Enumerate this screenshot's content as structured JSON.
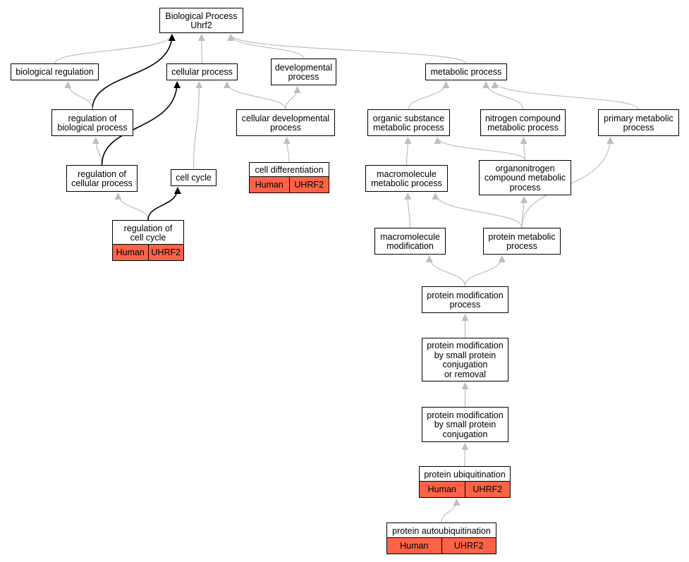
{
  "colors": {
    "edge": "#bebebe",
    "highlight_edge": "#000000",
    "annotation": "#ff6347"
  },
  "annotation_labels": {
    "species": "Human",
    "gene": "UHRF2"
  },
  "nodes": [
    {
      "id": "root",
      "label": "Biological Process\nUhrf2",
      "annotated": false
    },
    {
      "id": "bioreg",
      "label": "biological regulation",
      "annotated": false
    },
    {
      "id": "cellproc",
      "label": "cellular process",
      "annotated": false
    },
    {
      "id": "devproc",
      "label": "developmental\nprocess",
      "annotated": false
    },
    {
      "id": "metab",
      "label": "metabolic process",
      "annotated": false
    },
    {
      "id": "regbio",
      "label": "regulation of\nbiological process",
      "annotated": false
    },
    {
      "id": "celldev",
      "label": "cellular developmental\nprocess",
      "annotated": false
    },
    {
      "id": "orgsub",
      "label": "organic substance\nmetabolic process",
      "annotated": false
    },
    {
      "id": "nitro",
      "label": "nitrogen compound\nmetabolic process",
      "annotated": false
    },
    {
      "id": "primary",
      "label": "primary metabolic\nprocess",
      "annotated": false
    },
    {
      "id": "regcell",
      "label": "regulation of\ncellular process",
      "annotated": false
    },
    {
      "id": "cellcycle",
      "label": "cell cycle",
      "annotated": false
    },
    {
      "id": "celldiff",
      "label": "cell differentiation",
      "annotated": true
    },
    {
      "id": "macromet",
      "label": "macromolecule\nmetabolic process",
      "annotated": false
    },
    {
      "id": "organonitro",
      "label": "organonitrogen\ncompound metabolic\nprocess",
      "annotated": false
    },
    {
      "id": "regcc",
      "label": "regulation of\ncell cycle",
      "annotated": true
    },
    {
      "id": "macromod",
      "label": "macromolecule\nmodification",
      "annotated": false
    },
    {
      "id": "protmet",
      "label": "protein metabolic\nprocess",
      "annotated": false
    },
    {
      "id": "protmod",
      "label": "protein modification\nprocess",
      "annotated": false
    },
    {
      "id": "protmodconjrem",
      "label": "protein modification\nby small protein\nconjugation\nor removal",
      "annotated": false
    },
    {
      "id": "protmodconj",
      "label": "protein modification\nby small protein\nconjugation",
      "annotated": false
    },
    {
      "id": "ubiq",
      "label": "protein ubiquitination",
      "annotated": true
    },
    {
      "id": "autoubiq",
      "label": "protein autoubiquitination",
      "annotated": true
    }
  ],
  "edges": [
    {
      "from": "bioreg",
      "to": "root",
      "highlight": false
    },
    {
      "from": "cellproc",
      "to": "root",
      "highlight": false
    },
    {
      "from": "devproc",
      "to": "root",
      "highlight": false
    },
    {
      "from": "metab",
      "to": "root",
      "highlight": false
    },
    {
      "from": "regbio",
      "to": "root",
      "highlight": true
    },
    {
      "from": "regbio",
      "to": "bioreg",
      "highlight": false
    },
    {
      "from": "celldev",
      "to": "cellproc",
      "highlight": false
    },
    {
      "from": "celldev",
      "to": "devproc",
      "highlight": false
    },
    {
      "from": "regcell",
      "to": "regbio",
      "highlight": false
    },
    {
      "from": "regcell",
      "to": "cellproc",
      "highlight": true
    },
    {
      "from": "cellcycle",
      "to": "cellproc",
      "highlight": false
    },
    {
      "from": "celldiff",
      "to": "celldev",
      "highlight": false
    },
    {
      "from": "regcc",
      "to": "regcell",
      "highlight": false
    },
    {
      "from": "regcc",
      "to": "cellcycle",
      "highlight": true
    },
    {
      "from": "orgsub",
      "to": "metab",
      "highlight": false
    },
    {
      "from": "nitro",
      "to": "metab",
      "highlight": false
    },
    {
      "from": "primary",
      "to": "metab",
      "highlight": false
    },
    {
      "from": "macromet",
      "to": "orgsub",
      "highlight": false
    },
    {
      "from": "organonitro",
      "to": "orgsub",
      "highlight": false
    },
    {
      "from": "organonitro",
      "to": "nitro",
      "highlight": false
    },
    {
      "from": "macromod",
      "to": "macromet",
      "highlight": false
    },
    {
      "from": "protmet",
      "to": "macromet",
      "highlight": false
    },
    {
      "from": "protmet",
      "to": "organonitro",
      "highlight": false
    },
    {
      "from": "protmet",
      "to": "primary",
      "highlight": false
    },
    {
      "from": "protmod",
      "to": "macromod",
      "highlight": false
    },
    {
      "from": "protmod",
      "to": "protmet",
      "highlight": false
    },
    {
      "from": "protmodconjrem",
      "to": "protmod",
      "highlight": false
    },
    {
      "from": "protmodconj",
      "to": "protmodconjrem",
      "highlight": false
    },
    {
      "from": "ubiq",
      "to": "protmodconj",
      "highlight": false
    },
    {
      "from": "autoubiq",
      "to": "ubiq",
      "highlight": false
    }
  ]
}
